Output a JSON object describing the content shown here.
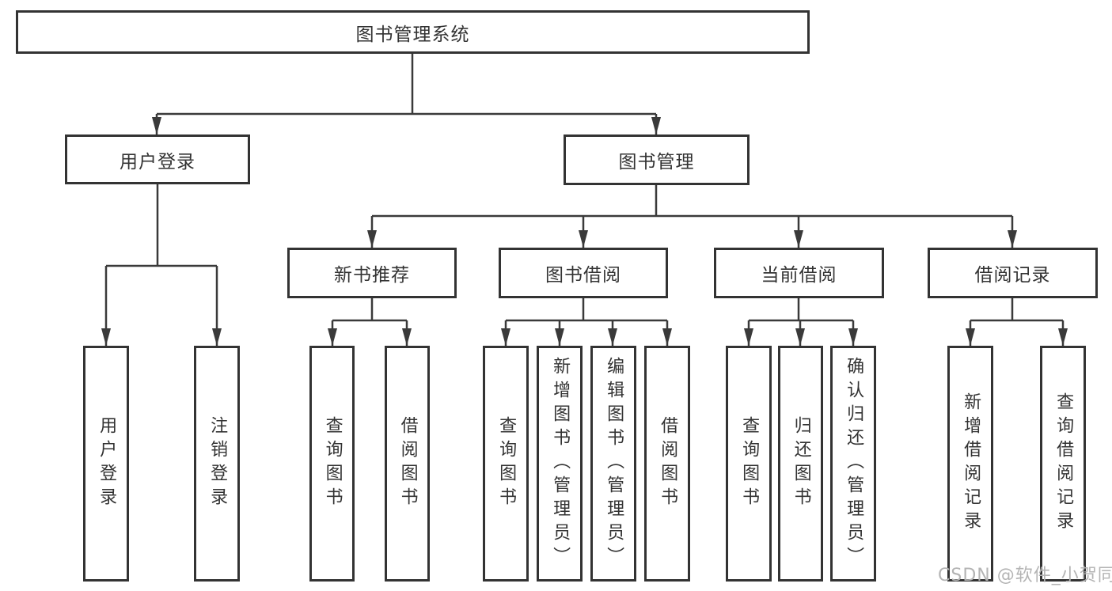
{
  "colors": {
    "line": "#3a3a3a",
    "box-border": "#333333",
    "box-bg": "#ffffff",
    "text": "#333333",
    "watermark": "#b4b4b4"
  },
  "diagram": {
    "root": {
      "label": "图书管理系统"
    },
    "branches": [
      {
        "label": "用户登录",
        "children": [
          {
            "label": "用户登录"
          },
          {
            "label": "注销登录"
          }
        ]
      },
      {
        "label": "图书管理",
        "children": [
          {
            "label": "新书推荐",
            "children": [
              {
                "label": "查询图书"
              },
              {
                "label": "借阅图书"
              }
            ]
          },
          {
            "label": "图书借阅",
            "children": [
              {
                "label": "查询图书"
              },
              {
                "label": "新增图书（管理员）"
              },
              {
                "label": "编辑图书（管理员）"
              },
              {
                "label": "借阅图书"
              }
            ]
          },
          {
            "label": "当前借阅",
            "children": [
              {
                "label": "查询图书"
              },
              {
                "label": "归还图书"
              },
              {
                "label": "确认归还（管理员）"
              }
            ]
          },
          {
            "label": "借阅记录",
            "children": [
              {
                "label": "新增借阅记录"
              },
              {
                "label": "查询借阅记录"
              }
            ]
          }
        ]
      }
    ]
  },
  "watermark": {
    "text": "CSDN @软件_小贺同学"
  }
}
